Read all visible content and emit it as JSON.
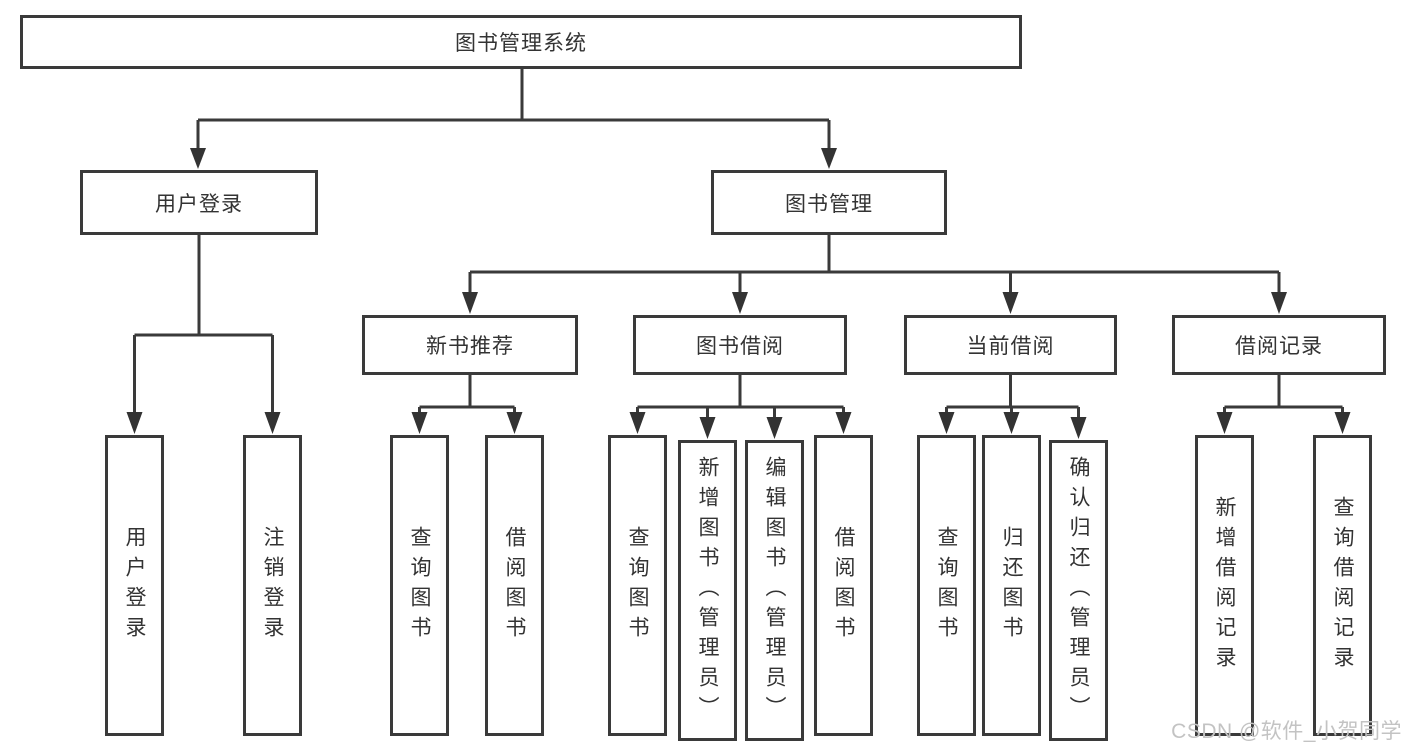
{
  "diagram": {
    "root": {
      "label": "图书管理系统"
    },
    "level2": [
      {
        "label": "用户登录"
      },
      {
        "label": "图书管理"
      }
    ],
    "level3": [
      {
        "label": "新书推荐"
      },
      {
        "label": "图书借阅"
      },
      {
        "label": "当前借阅"
      },
      {
        "label": "借阅记录"
      }
    ],
    "leaves": [
      {
        "label": "用户登录",
        "parent": "用户登录"
      },
      {
        "label": "注销登录",
        "parent": "用户登录"
      },
      {
        "label": "查询图书",
        "parent": "新书推荐"
      },
      {
        "label": "借阅图书",
        "parent": "新书推荐"
      },
      {
        "label": "查询图书",
        "parent": "图书借阅"
      },
      {
        "label": "新增图书（管理员）",
        "parent": "图书借阅"
      },
      {
        "label": "编辑图书（管理员）",
        "parent": "图书借阅"
      },
      {
        "label": "借阅图书",
        "parent": "图书借阅"
      },
      {
        "label": "查询图书",
        "parent": "当前借阅"
      },
      {
        "label": "归还图书",
        "parent": "当前借阅"
      },
      {
        "label": "确认归还（管理员）",
        "parent": "当前借阅"
      },
      {
        "label": "新增借阅记录",
        "parent": "借阅记录"
      },
      {
        "label": "查询借阅记录",
        "parent": "借阅记录"
      }
    ]
  },
  "watermark": {
    "text": "CSDN @软件_小贺同学"
  },
  "colors": {
    "line": "#3a3a3a",
    "text": "#333333",
    "watermark": "#c3c3c3",
    "background": "#ffffff"
  }
}
